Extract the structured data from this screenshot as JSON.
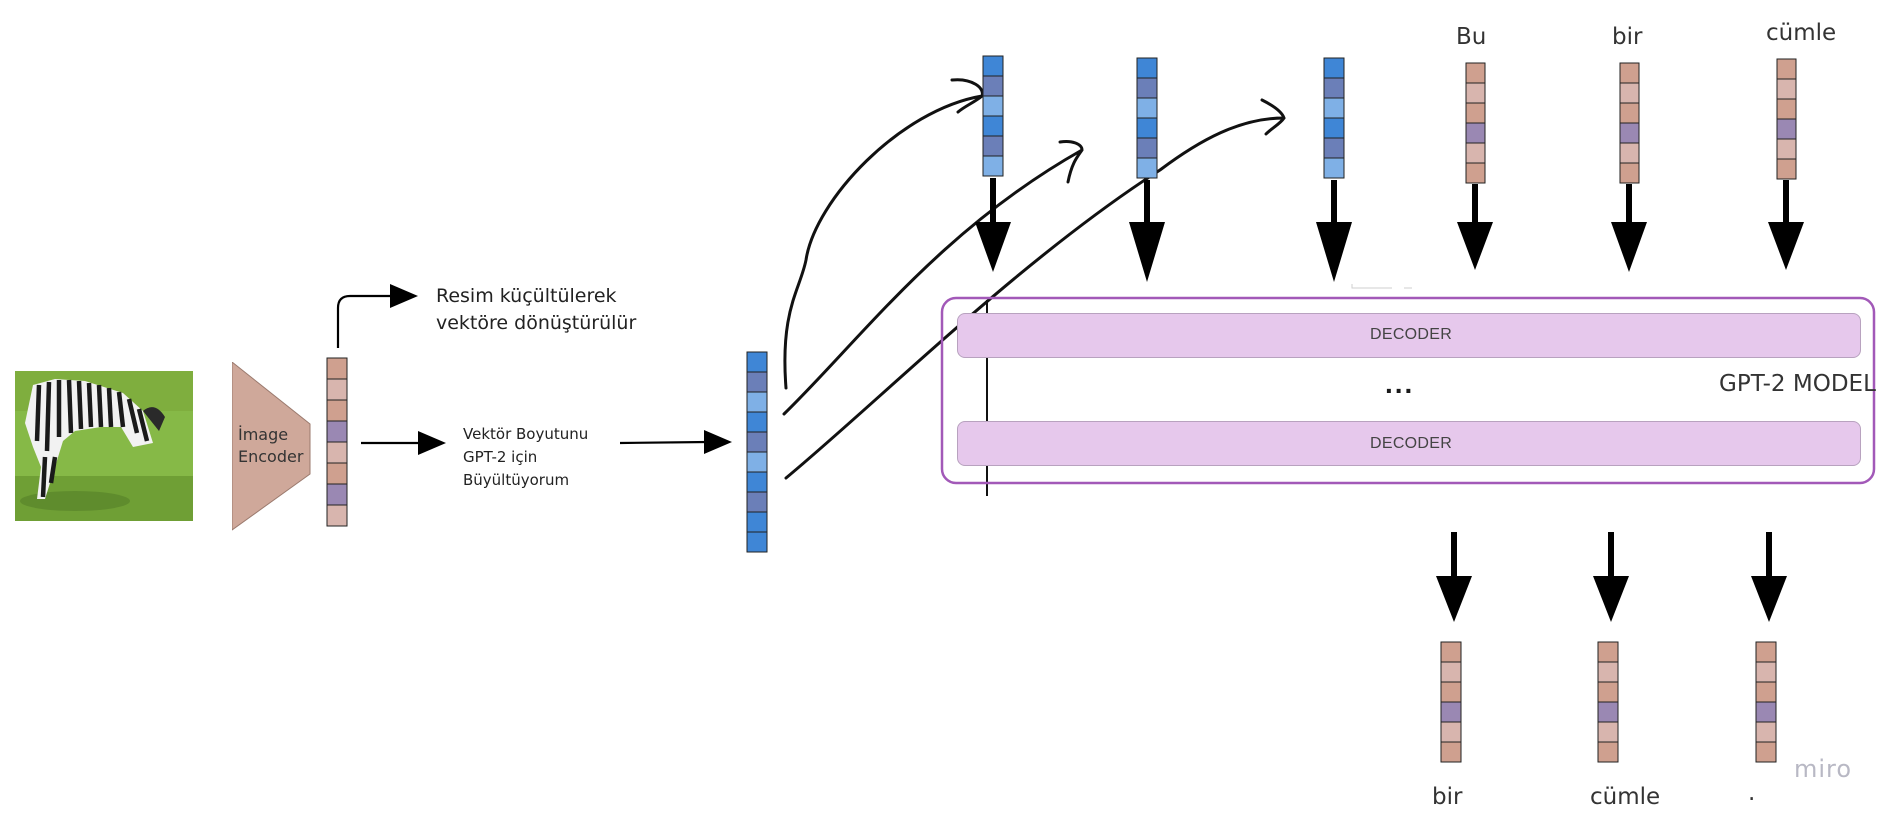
{
  "encoder": {
    "label_line1": "İmage",
    "label_line2": "Encoder"
  },
  "notes": {
    "shrink_line1": "Resim küçültülerek",
    "shrink_line2": "vektöre dönüştürülür",
    "grow_line1": "Vektör Boyutunu",
    "grow_line2": "GPT-2 için",
    "grow_line3": "Büyültüyorum"
  },
  "model": {
    "decoder_top": "DECODER",
    "decoder_bottom": "DECODER",
    "ellipsis": "...",
    "name": "GPT-2 MODEL"
  },
  "input_tokens": [
    "Bu",
    "bir",
    "cümle"
  ],
  "output_tokens": [
    "bir",
    "cümle",
    "."
  ],
  "watermark": "miro",
  "colors": {
    "brown": "#cfa08f",
    "pink": "#d8b5ae",
    "purple": "#9a88b3",
    "blue": "#3f86d6",
    "blue_dark": "#6b7fb8",
    "blue_light": "#7fb0e6",
    "model_border": "#a259b8",
    "decoder_fill": "#e6c8ec"
  }
}
